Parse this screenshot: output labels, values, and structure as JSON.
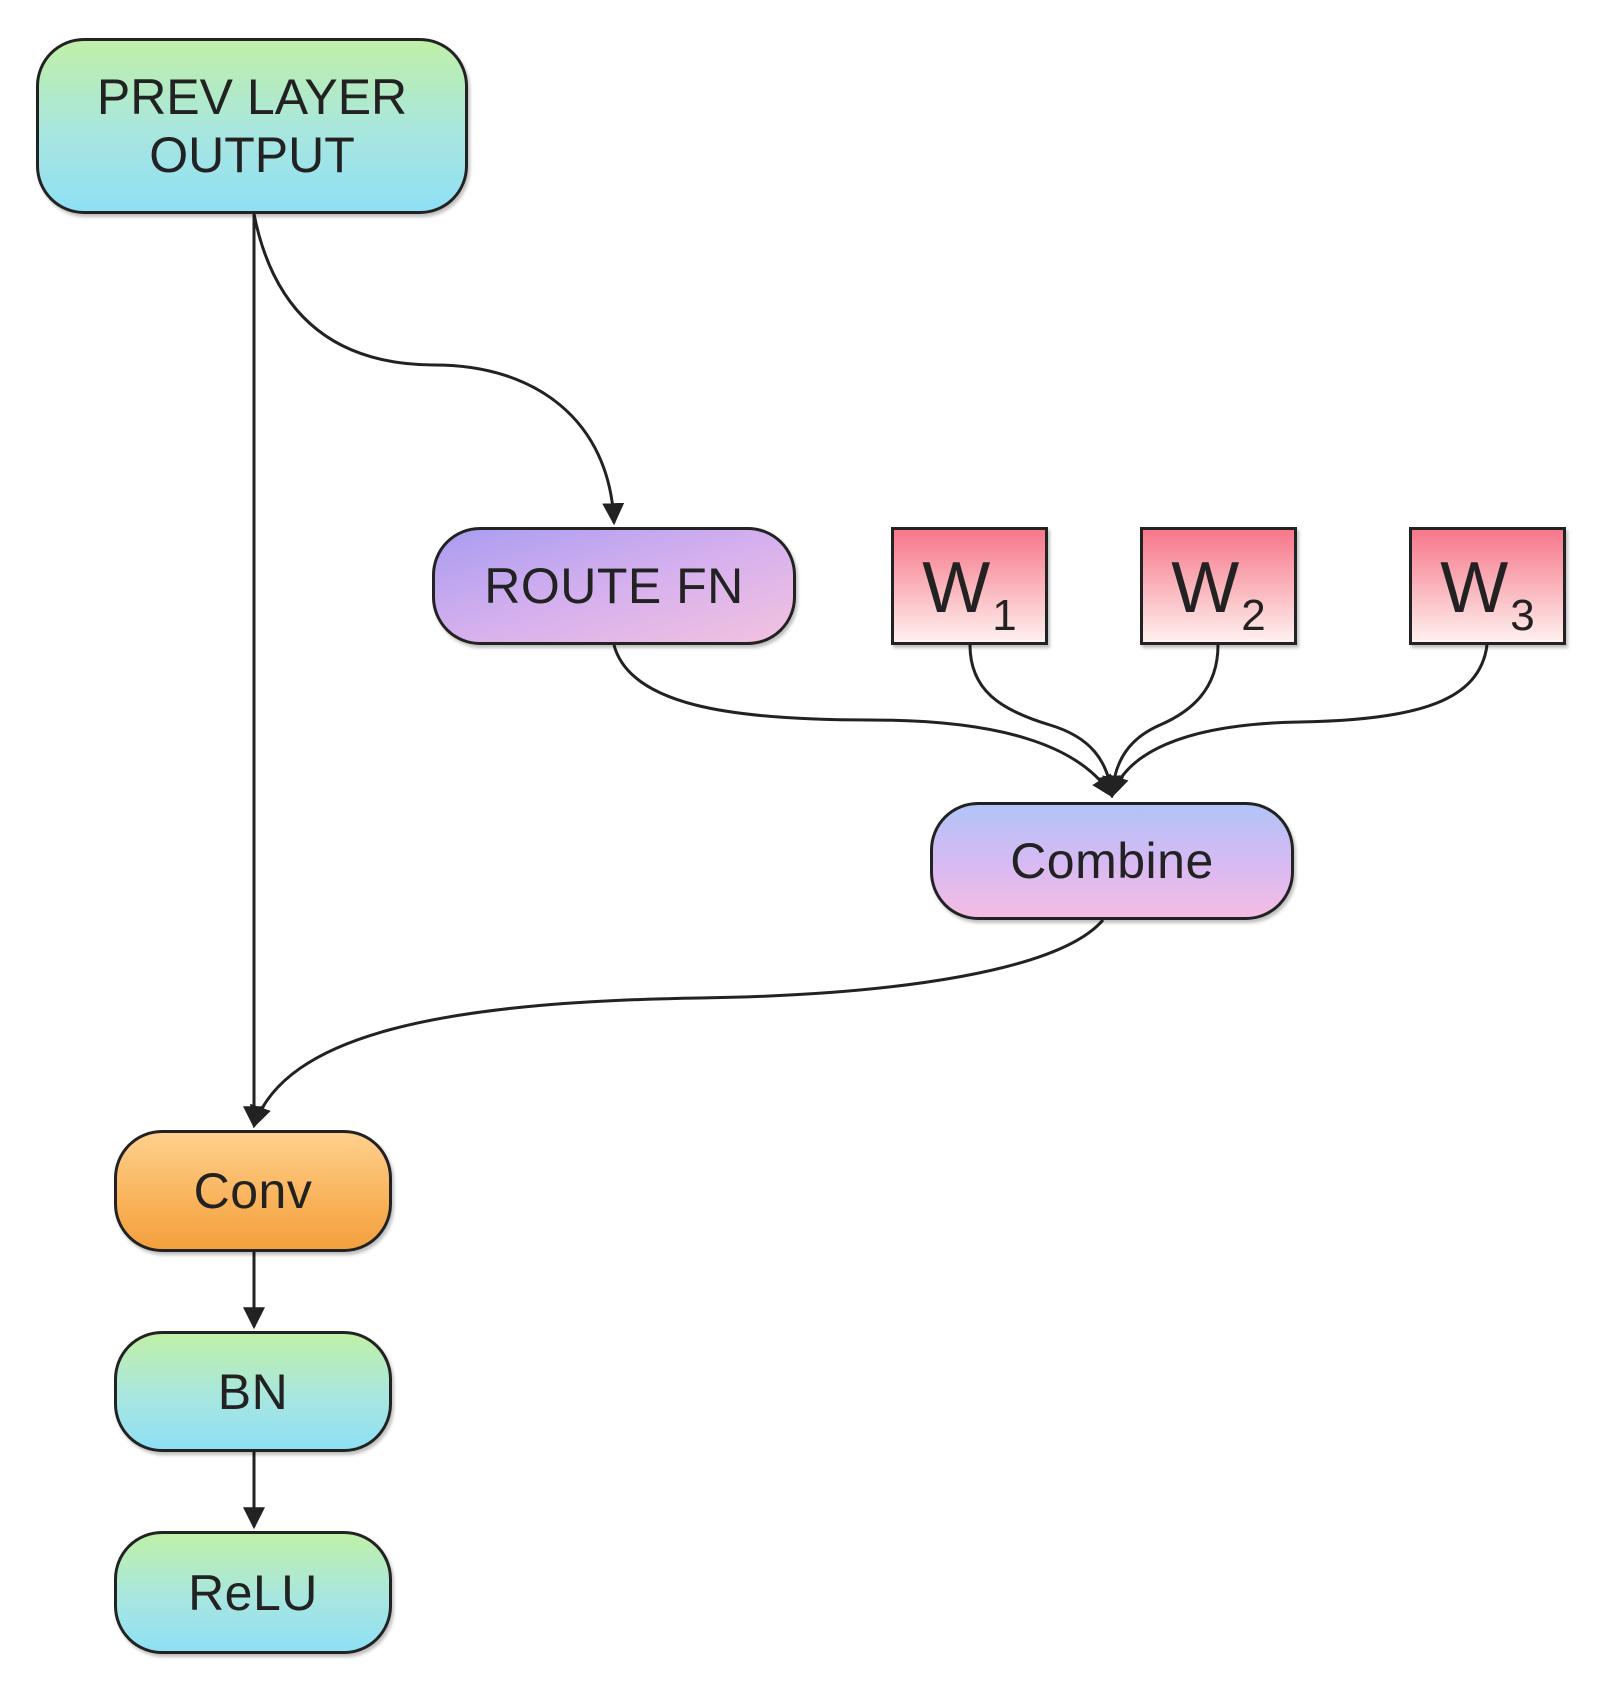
{
  "nodes": {
    "prev_layer_output": {
      "line1": "PREV LAYER",
      "line2": "OUTPUT"
    },
    "route_fn": {
      "label": "ROUTE FN"
    },
    "w1": {
      "base": "W",
      "sub": "1"
    },
    "w2": {
      "base": "W",
      "sub": "2"
    },
    "w3": {
      "base": "W",
      "sub": "3"
    },
    "combine": {
      "label": "Combine"
    },
    "conv": {
      "label": "Conv"
    },
    "bn": {
      "label": "BN"
    },
    "relu": {
      "label": "ReLU"
    }
  },
  "edges": [
    {
      "from": "prev_layer_output",
      "to": "conv"
    },
    {
      "from": "prev_layer_output",
      "to": "route_fn"
    },
    {
      "from": "route_fn",
      "to": "combine"
    },
    {
      "from": "w1",
      "to": "combine"
    },
    {
      "from": "w2",
      "to": "combine"
    },
    {
      "from": "w3",
      "to": "combine"
    },
    {
      "from": "combine",
      "to": "conv"
    },
    {
      "from": "conv",
      "to": "bn"
    },
    {
      "from": "bn",
      "to": "relu"
    }
  ],
  "colors": {
    "stroke": "#222222",
    "teal_node": "#a8e6e0",
    "purple_node": "#d5b0ee",
    "combine_node": "#d6baf3",
    "orange_node": "#f9b259",
    "weight_node": "#fab9c0"
  }
}
